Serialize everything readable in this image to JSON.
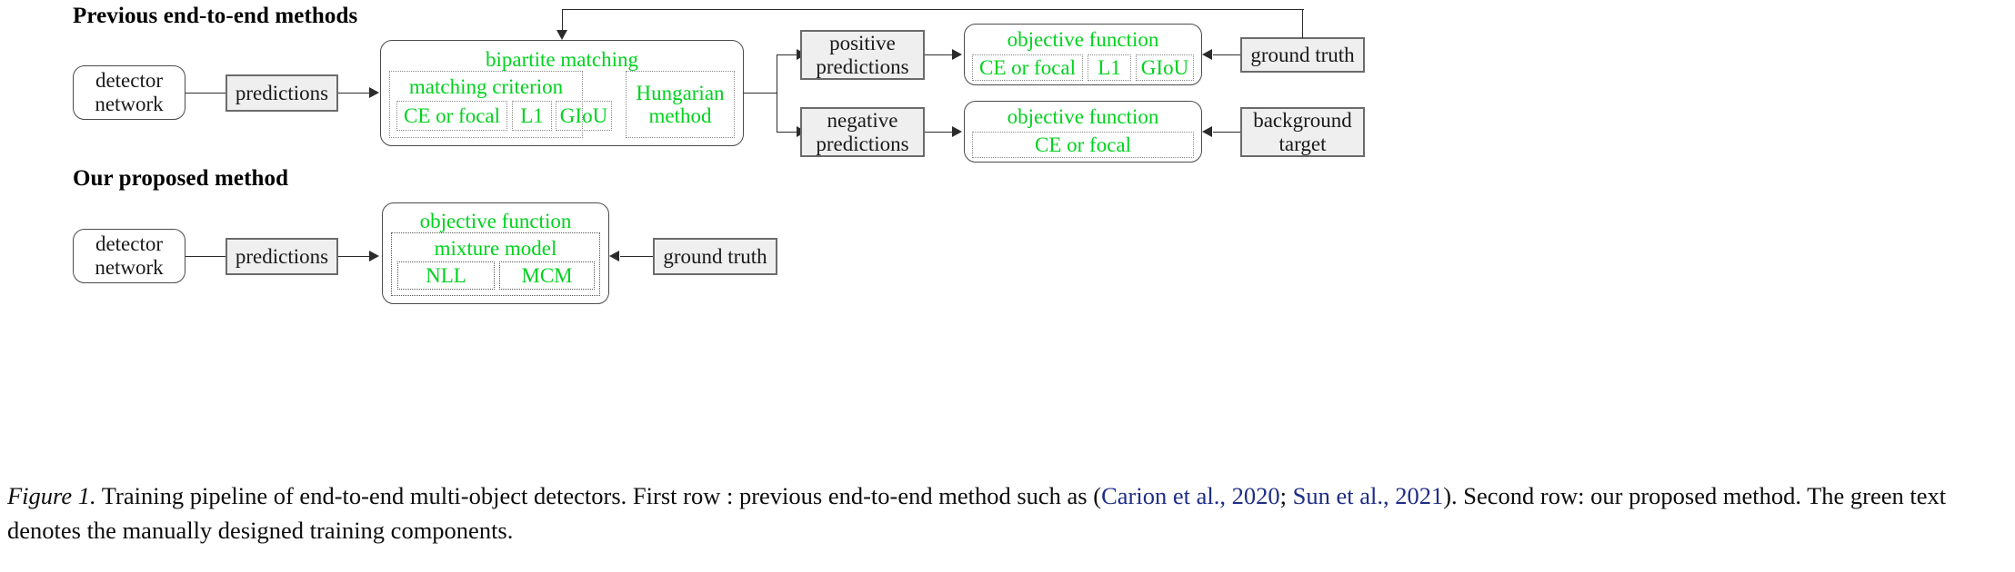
{
  "figure": {
    "caption_label": "Figure 1.",
    "caption_part1": " Training pipeline of end-to-end multi-object detectors. First row : previous end-to-end method such as (",
    "caption_cite1": "Carion et al., 2020",
    "caption_sep": "; ",
    "caption_cite2": "Sun et al., 2021",
    "caption_part2": "). Second row: our proposed method. The green text denotes the manually designed training components.",
    "green_color": "#00d21e",
    "cite_color": "#1f2d86",
    "gray_fill": "#efefef",
    "gray_stroke": "#6b6b6b",
    "line_color": "#2b2b2b"
  },
  "rows": {
    "previous": {
      "heading": "Previous end-to-end methods",
      "detector": "detector\nnetwork",
      "predictions": "predictions",
      "bipartite": {
        "title": "bipartite matching",
        "matching_criterion": {
          "title": "matching criterion",
          "terms": [
            "CE or focal",
            "L1",
            "GIoU"
          ]
        },
        "hungarian": "Hungarian\nmethod"
      },
      "positive_predictions": "positive\npredictions",
      "negative_predictions": "negative\npredictions",
      "objective_positive": {
        "title": "objective function",
        "terms": [
          "CE or focal",
          "L1",
          "GIoU"
        ]
      },
      "objective_negative": {
        "title": "objective function",
        "terms": [
          "CE or focal"
        ]
      },
      "ground_truth": "ground truth",
      "background_target": "background\ntarget"
    },
    "proposed": {
      "heading": "Our proposed method",
      "detector": "detector\nnetwork",
      "predictions": "predictions",
      "objective": {
        "title": "objective function",
        "mixture_model": {
          "title": "mixture model",
          "terms": [
            "NLL",
            "MCM"
          ]
        }
      },
      "ground_truth": "ground truth"
    }
  }
}
